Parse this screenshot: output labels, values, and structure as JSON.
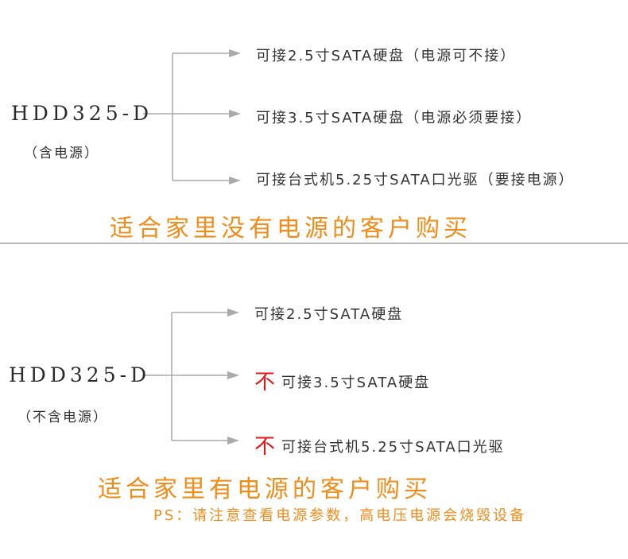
{
  "colors": {
    "accent": "#f08c1a",
    "not_mark": "#e01818",
    "line": "#aaaaaa"
  },
  "section1": {
    "model": "HDD325-D",
    "power_note": "（含电源）",
    "options": [
      "可接2.5寸SATA硬盘（电源可不接）",
      "可接3.5寸SATA硬盘（电源必须要接）",
      "可接台式机5.25寸SATA口光驱（要接电源）"
    ],
    "slogan": "适合家里没有电源的客户购买"
  },
  "section2": {
    "model": "HDD325-D",
    "power_note": "（不含电源）",
    "options": [
      {
        "not": "",
        "text": "可接2.5寸SATA硬盘"
      },
      {
        "not": "不",
        "text": "可接3.5寸SATA硬盘"
      },
      {
        "not": "不",
        "text": "可接台式机5.25寸SATA口光驱"
      }
    ],
    "slogan": "适合家里有电源的客户购买",
    "ps": "PS：请注意查看电源参数，高电压电源会烧毁设备"
  }
}
